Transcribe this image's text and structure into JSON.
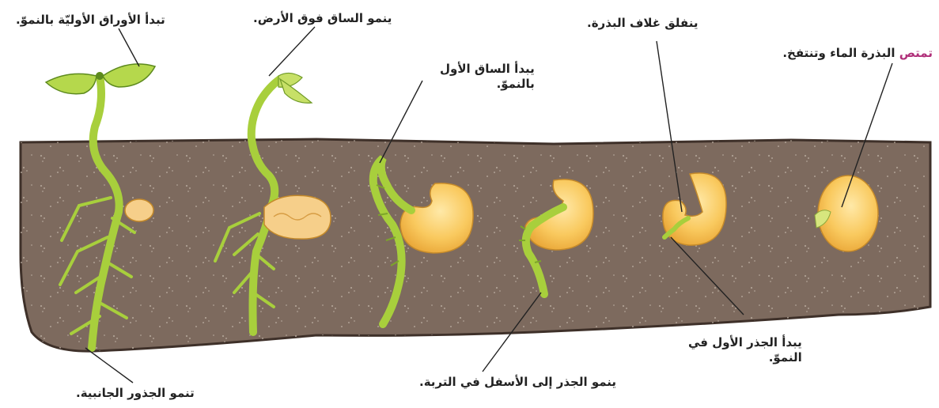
{
  "labels": {
    "stage1_line1_accent": "تمتص",
    "stage1_line1_rest": " البذرة الماء وتنتفخ.",
    "stage2": "ينفلق غلاف البذرة.",
    "stage3_line1": "يبدأ الجذر الأول في",
    "stage3_line2": "النموّ.",
    "stage4": "ينمو الجذر إلى الأسفل في التربة.",
    "stage5_line1": "يبدأ الساق الأول",
    "stage5_line2": "بالنموّ.",
    "stage6": "ينمو الساق فوق الأرض.",
    "stage7": "تبدأ الأوراق الأوليّة بالنموّ.",
    "stage8": "تنمو الجذور الجانبية."
  },
  "colors": {
    "soil": "#7d6a5e",
    "soil_edge": "#3e3029",
    "seed": "#f7c45a",
    "seed_light": "#ffe39b",
    "plant": "#a8cf3c",
    "plant_dark": "#5d8a1e",
    "accent": "#b0307a"
  }
}
